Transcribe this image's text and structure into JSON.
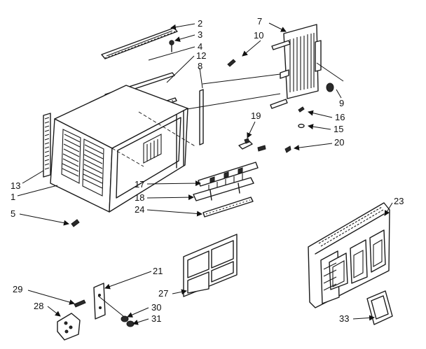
{
  "callouts": [
    "2",
    "3",
    "4",
    "12",
    "8",
    "7",
    "10",
    "9",
    "19",
    "16",
    "15",
    "20",
    "13",
    "1",
    "5",
    "17",
    "18",
    "24",
    "23",
    "21",
    "27",
    "29",
    "28",
    "30",
    "31",
    "33"
  ]
}
